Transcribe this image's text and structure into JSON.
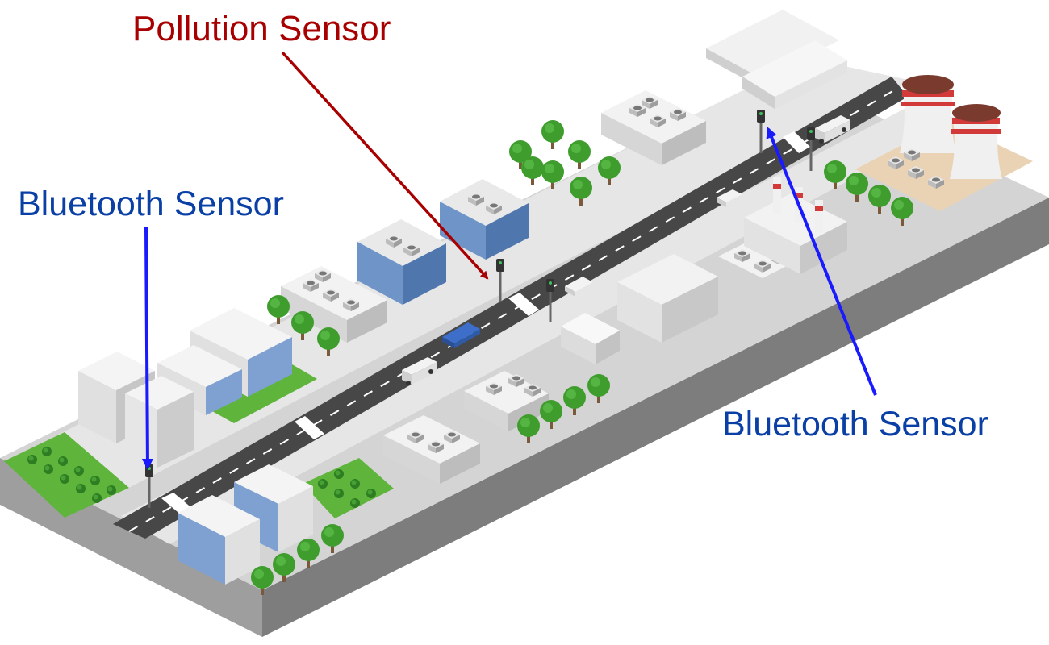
{
  "labels": {
    "pollution_sensor": "Pollution Sensor",
    "bluetooth_sensor_left": "Bluetooth Sensor",
    "bluetooth_sensor_right": "Bluetooth Sensor"
  },
  "colors": {
    "pollution": "#a80000",
    "bluetooth": "#0a3fa6",
    "bluetooth_arrow": "#1a1aff",
    "road": "#474747",
    "ground": "#d4d4d4",
    "sidewalk": "#e6e6e6",
    "grass": "#5fb43c",
    "tree": "#3f9d2e",
    "building_glass": "#6f95c8",
    "sand": "#ead3b5",
    "stack_red": "#d23a3a"
  }
}
